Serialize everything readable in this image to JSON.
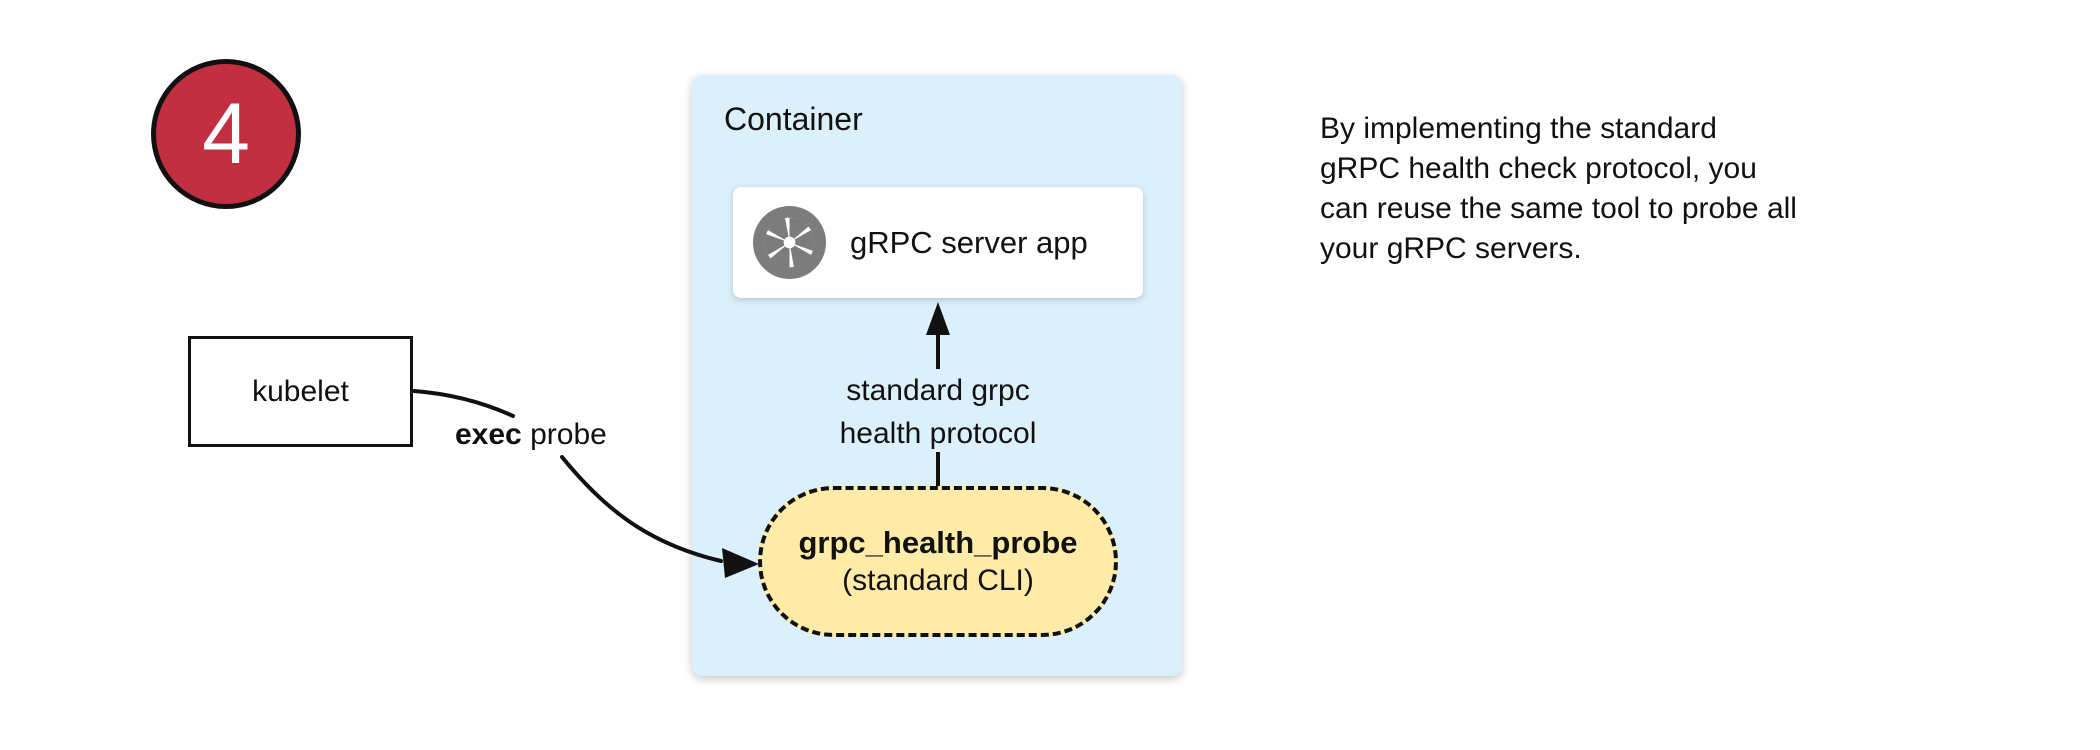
{
  "badge": {
    "number": "4"
  },
  "kubelet": {
    "label": "kubelet"
  },
  "probe_label": {
    "bold": "exec",
    "rest": " probe"
  },
  "container": {
    "title": "Container",
    "server_box": {
      "label": "gRPC server app",
      "icon": "aperture-icon"
    },
    "connector": {
      "lines": [
        "standard grpc",
        "health protocol"
      ]
    },
    "probe_pill": {
      "title": "grpc_health_probe",
      "subtitle": "(standard CLI)"
    }
  },
  "note": {
    "lines": [
      "By implementing the standard",
      "gRPC health check protocol, you",
      "can reuse the same tool to probe all",
      "your gRPC servers."
    ]
  },
  "colors": {
    "badge_red": "#C22F40",
    "container_blue": "#DBF0FB",
    "pill_yellow": "#FFEBA8",
    "icon_gray": "#7C7C7C",
    "line_black": "#111111"
  }
}
